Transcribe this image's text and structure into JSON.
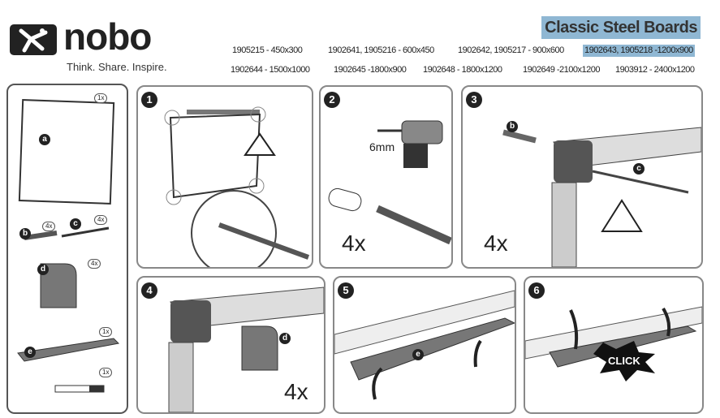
{
  "brand": {
    "name": "nobo",
    "tagline": "Think. Share. Inspire."
  },
  "title": "Classic Steel Boards",
  "models": {
    "row1": [
      "1905215 - 450x300",
      "1902641, 1905216 - 600x450",
      "1902642, 1905217 - 900x600",
      "1902643, 1905218 -1200x900"
    ],
    "row2": [
      "1902644 - 1500x1000",
      "1902645 -1800x900",
      "1902648 - 1800x1200",
      "1902649 -2100x1200",
      "1903912 - 2400x1200"
    ]
  },
  "parts": {
    "a": {
      "label": "a",
      "qty": "1x"
    },
    "b": {
      "label": "b",
      "qty": "4x"
    },
    "c": {
      "label": "c",
      "qty": "4x"
    },
    "d": {
      "label": "d",
      "qty": "4x"
    },
    "e": {
      "label": "e",
      "qty": "1x"
    },
    "pen": {
      "qty": "1x"
    }
  },
  "steps": [
    {
      "num": "1"
    },
    {
      "num": "2",
      "drill": "6mm",
      "count": "4x"
    },
    {
      "num": "3",
      "count": "4x",
      "b": "b",
      "c": "c"
    },
    {
      "num": "4",
      "count": "4x",
      "d": "d"
    },
    {
      "num": "5",
      "e": "e"
    },
    {
      "num": "6",
      "click": "CLICK"
    }
  ]
}
